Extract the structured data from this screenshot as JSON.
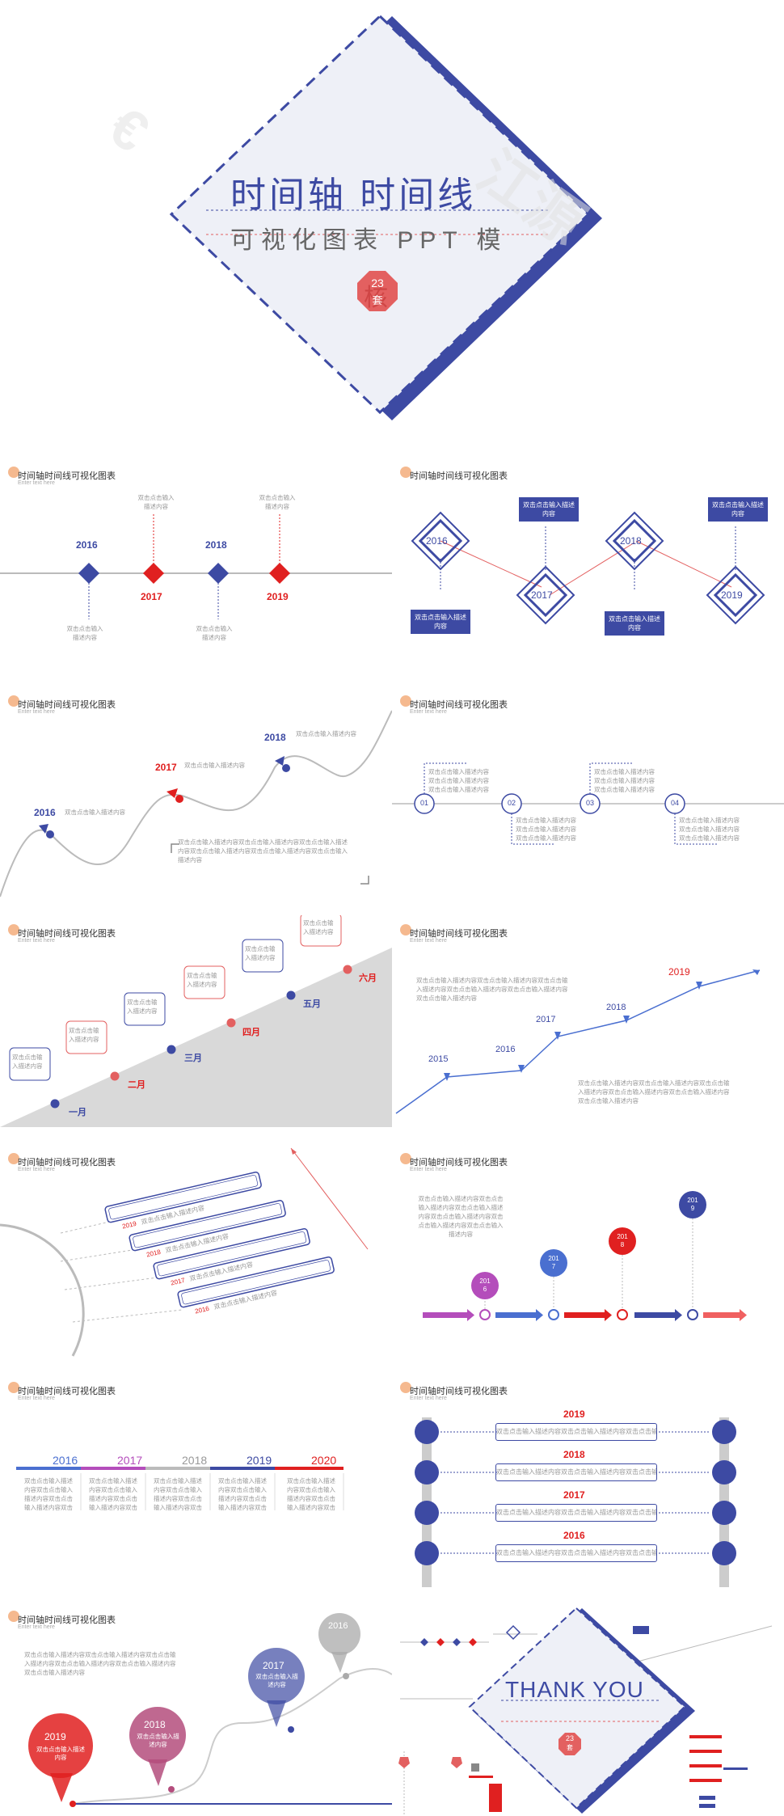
{
  "hero": {
    "title": "时间轴 时间线",
    "subtitle": "可视化图表 PPT 模",
    "badge_num": "23",
    "badge_char": "套",
    "badge_overlay": "核"
  },
  "slide_title": "时间轴时间线可视化图表",
  "slide_sub": "Enter text here",
  "ph_short": "双击点击输入描述内容",
  "ph_long": "双击点击输入描述内容双击点击输入描述内容双击点击输入描述内容双击点击输入描述内容双击点击输入描述内容双击点击输入描述内容",
  "s1": {
    "years": [
      "2016",
      "2017",
      "2018",
      "2019"
    ]
  },
  "s2": {
    "years": [
      "2016",
      "2017",
      "2018",
      "2019"
    ]
  },
  "s3": {
    "years": [
      "2016",
      "2017",
      "2018"
    ]
  },
  "s4": {
    "nums": [
      "01",
      "02",
      "03",
      "04"
    ]
  },
  "s5": {
    "months": [
      "一月",
      "二月",
      "三月",
      "四月",
      "五月",
      "六月"
    ]
  },
  "s6": {
    "years": [
      "2015",
      "2016",
      "2017",
      "2018",
      "2019"
    ]
  },
  "s7": {
    "years": [
      "2019",
      "2018",
      "2017",
      "2016"
    ]
  },
  "s8": {
    "circles": [
      "201\n6",
      "201\n7",
      "201\n8",
      "201\n9"
    ]
  },
  "s9": {
    "years": [
      "2016",
      "2017",
      "2018",
      "2019",
      "2020"
    ]
  },
  "s10": {
    "years": [
      "2019",
      "2018",
      "2017",
      "2016"
    ]
  },
  "s11": {
    "years": [
      "2019",
      "2018",
      "2017",
      "2016"
    ]
  },
  "thanks": {
    "text": "THANK YOU",
    "badge_num": "23",
    "badge_char": "套"
  },
  "colors": {
    "navy": "#3d4aa3",
    "red": "#e02020",
    "pink": "#e36060",
    "grey": "#cccccc"
  }
}
